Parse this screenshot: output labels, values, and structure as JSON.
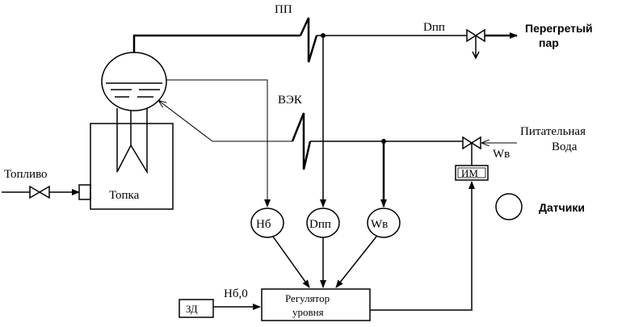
{
  "labels": {
    "pp": "ПП",
    "vek": "ВЭК",
    "d_pp_top": "Dпп",
    "superheated_line1": "Перегретый",
    "superheated_line2": "пар",
    "feed_line1": "Питательная",
    "feed_line2": "Вода",
    "w_v_label": "Wв",
    "im": "ИМ",
    "sensors": "Датчики",
    "fuel": "Топливо",
    "furnace": "Топка",
    "sensor_hb": "Нб",
    "sensor_dpp": "Dпп",
    "sensor_wv": "Wв",
    "regulator_line1": "Регулятор",
    "regulator_line2": "уровня",
    "zd": "ЗД",
    "hb0": "Нб,0"
  },
  "colors": {
    "line": "#000000",
    "background": "#ffffff"
  }
}
